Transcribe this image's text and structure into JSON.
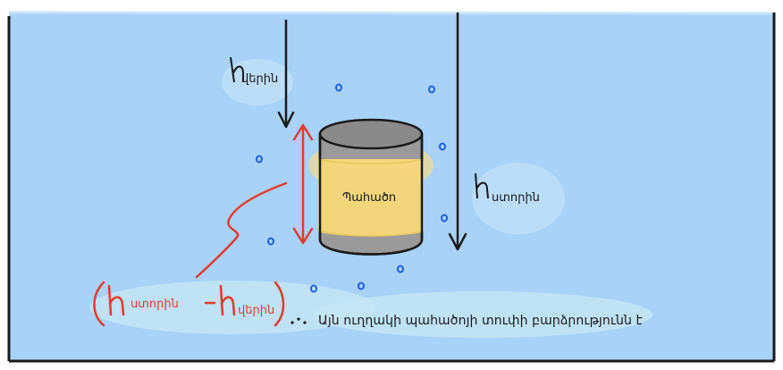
{
  "labels": {
    "h_top": "վերին",
    "h_bottom": "ստորին",
    "object": "Պահածո",
    "formula_bottom": "ստորին",
    "formula_top": "վերին",
    "sentence": "Այն ուղղակի պահածոյի տուփի բարձրությունն է"
  },
  "colors": {
    "water": "#a8d2f8",
    "outline": "#1a1a1a",
    "accent_red": "#e23c2a",
    "can_body": "#f3d67c",
    "can_top": "#8a8a8a",
    "can_side": "#9a9a9a"
  }
}
